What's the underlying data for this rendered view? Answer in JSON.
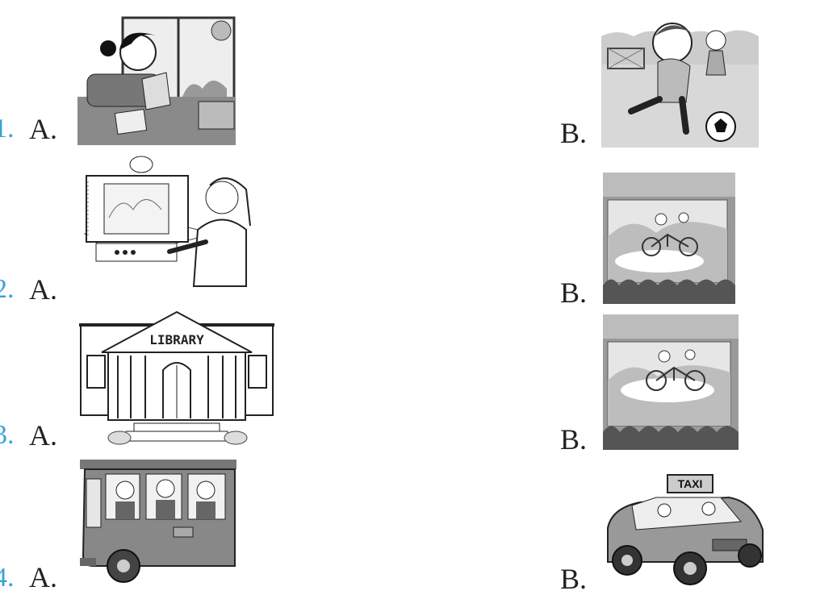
{
  "questions": [
    {
      "number": "1.",
      "option_a": "A.",
      "option_b": "B.",
      "image_a": "girl-reading-book",
      "image_b": "boys-playing-football"
    },
    {
      "number": "2.",
      "option_a": "A.",
      "option_b": "B.",
      "image_a": "person-watching-tv",
      "image_b": "audience-watching-movie"
    },
    {
      "number": "3.",
      "option_a": "A.",
      "option_b": "B.",
      "image_a": "library-building",
      "image_b": "audience-watching-movie",
      "sign_text": "LIBRARY"
    },
    {
      "number": "4.",
      "option_a": "A.",
      "option_b": "B.",
      "image_a": "bus-with-passengers",
      "image_b": "taxi-car",
      "sign_text": "TAXI"
    }
  ]
}
